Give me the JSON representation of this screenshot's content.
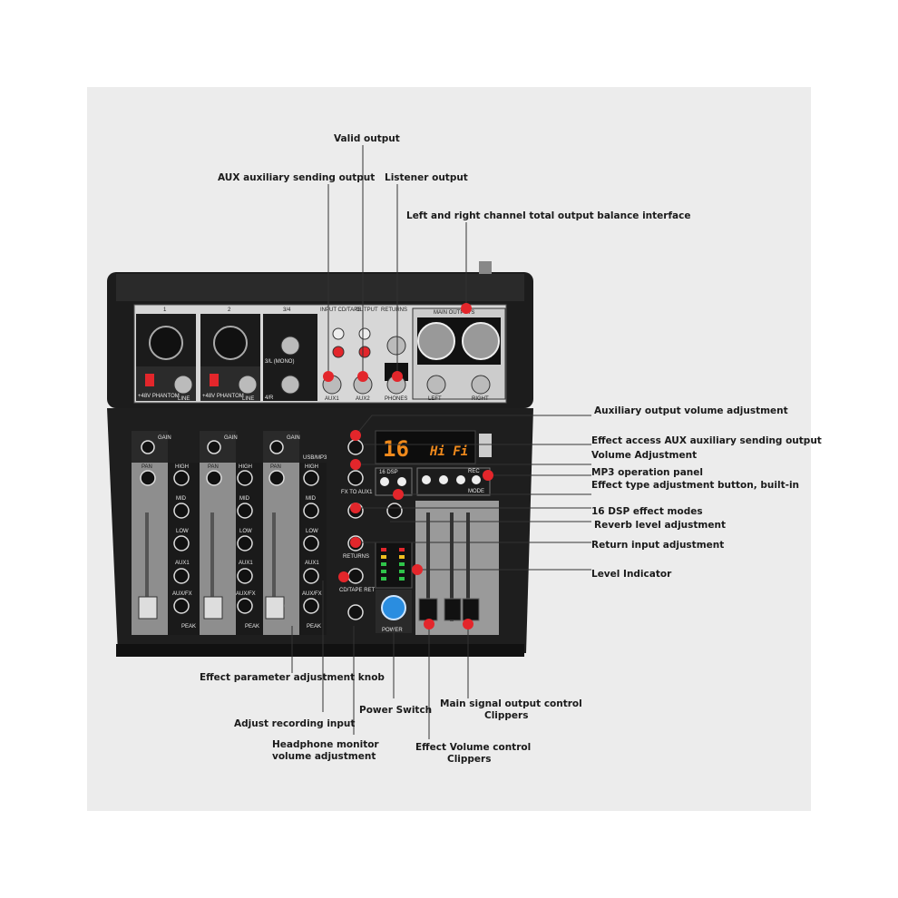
{
  "mixer": {
    "channel_numbers": [
      "1",
      "2",
      "3/4"
    ],
    "stereo_label": "3/L (MONO)",
    "stereo_label_r": "4/R",
    "line_label": "LINE",
    "phantom_label": "+48V PHANTOM",
    "input_cd_tape": "INPUT CD/TAPE",
    "output_label": "OUTPUT",
    "returns_label": "RETURNS",
    "main_outputs_label": "MAIN OUTPUTS",
    "aux1": "AUX1",
    "aux2": "AUX2",
    "phones": "PHONES",
    "left": "LEFT",
    "right": "RIGHT",
    "display_number": "16",
    "display_text": "Hi Fi",
    "dsp_label": "16 DSP",
    "rec_label": "REC",
    "mode_label": "MODE",
    "power_label": "POWER",
    "peak_label": "PEAK",
    "gain_label": "GAIN",
    "pan_label": "PAN",
    "high_label": "HIGH",
    "mid_label": "MID",
    "low_label": "LOW",
    "aux1_knob": "AUX1",
    "auxfx_label": "AUX/FX",
    "usb_label": "USB/MP3",
    "fx_to_aux": "FX TO AUX1",
    "returns_knob": "RETURNS",
    "cdtape_ret": "CD/TAPE RET"
  },
  "callouts": {
    "valid_output": "Valid output",
    "aux_sending_output": "AUX auxiliary sending output",
    "listener_output": "Listener output",
    "lr_balance": "Left and right channel total output balance interface",
    "aux_output_volume": "Auxiliary output volume adjustment",
    "effect_access_aux": "Effect access AUX auxiliary sending output",
    "volume_adjustment": "Volume Adjustment",
    "mp3_panel": "MP3 operation panel",
    "effect_type_button": "Effect type adjustment button, built-in",
    "dsp_modes": "16 DSP effect modes",
    "reverb_level": "Reverb level adjustment",
    "return_input": "Return input adjustment",
    "level_indicator": "Level Indicator",
    "effect_param_knob": "Effect parameter adjustment knob",
    "adjust_recording": "Adjust recording input",
    "power_switch": "Power Switch",
    "headphone_monitor_1": "Headphone monitor",
    "headphone_monitor_2": "volume adjustment",
    "effect_volume_1": "Effect Volume control",
    "effect_volume_2": "Clippers",
    "main_signal_1": "Main signal output control",
    "main_signal_2": "Clippers"
  },
  "colors": {
    "background": "#ececec",
    "mixer_body": "#1c1c1c",
    "top_panel": "#d9d9d9",
    "marker": "#e3262b",
    "display": "#f08a1c",
    "power_blue": "#2a8de0"
  }
}
